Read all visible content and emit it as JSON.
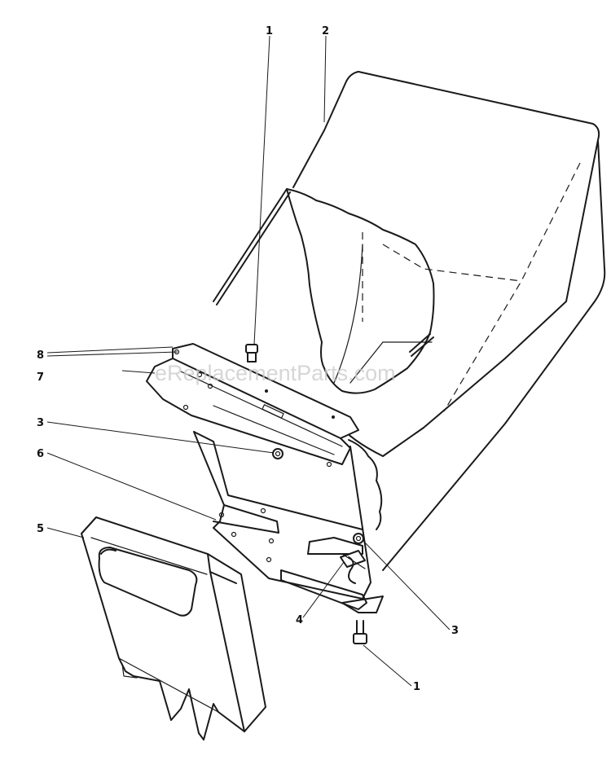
{
  "diagram": {
    "watermark": "eReplacementParts.com",
    "callouts": {
      "bolt_top": "1",
      "bag": "2",
      "bracket_8": "8",
      "part_7": "7",
      "nut_left": "3",
      "frame_6": "6",
      "deflector_5": "5",
      "spring_4": "4",
      "nut_right": "3",
      "bolt_bottom": "1"
    }
  }
}
